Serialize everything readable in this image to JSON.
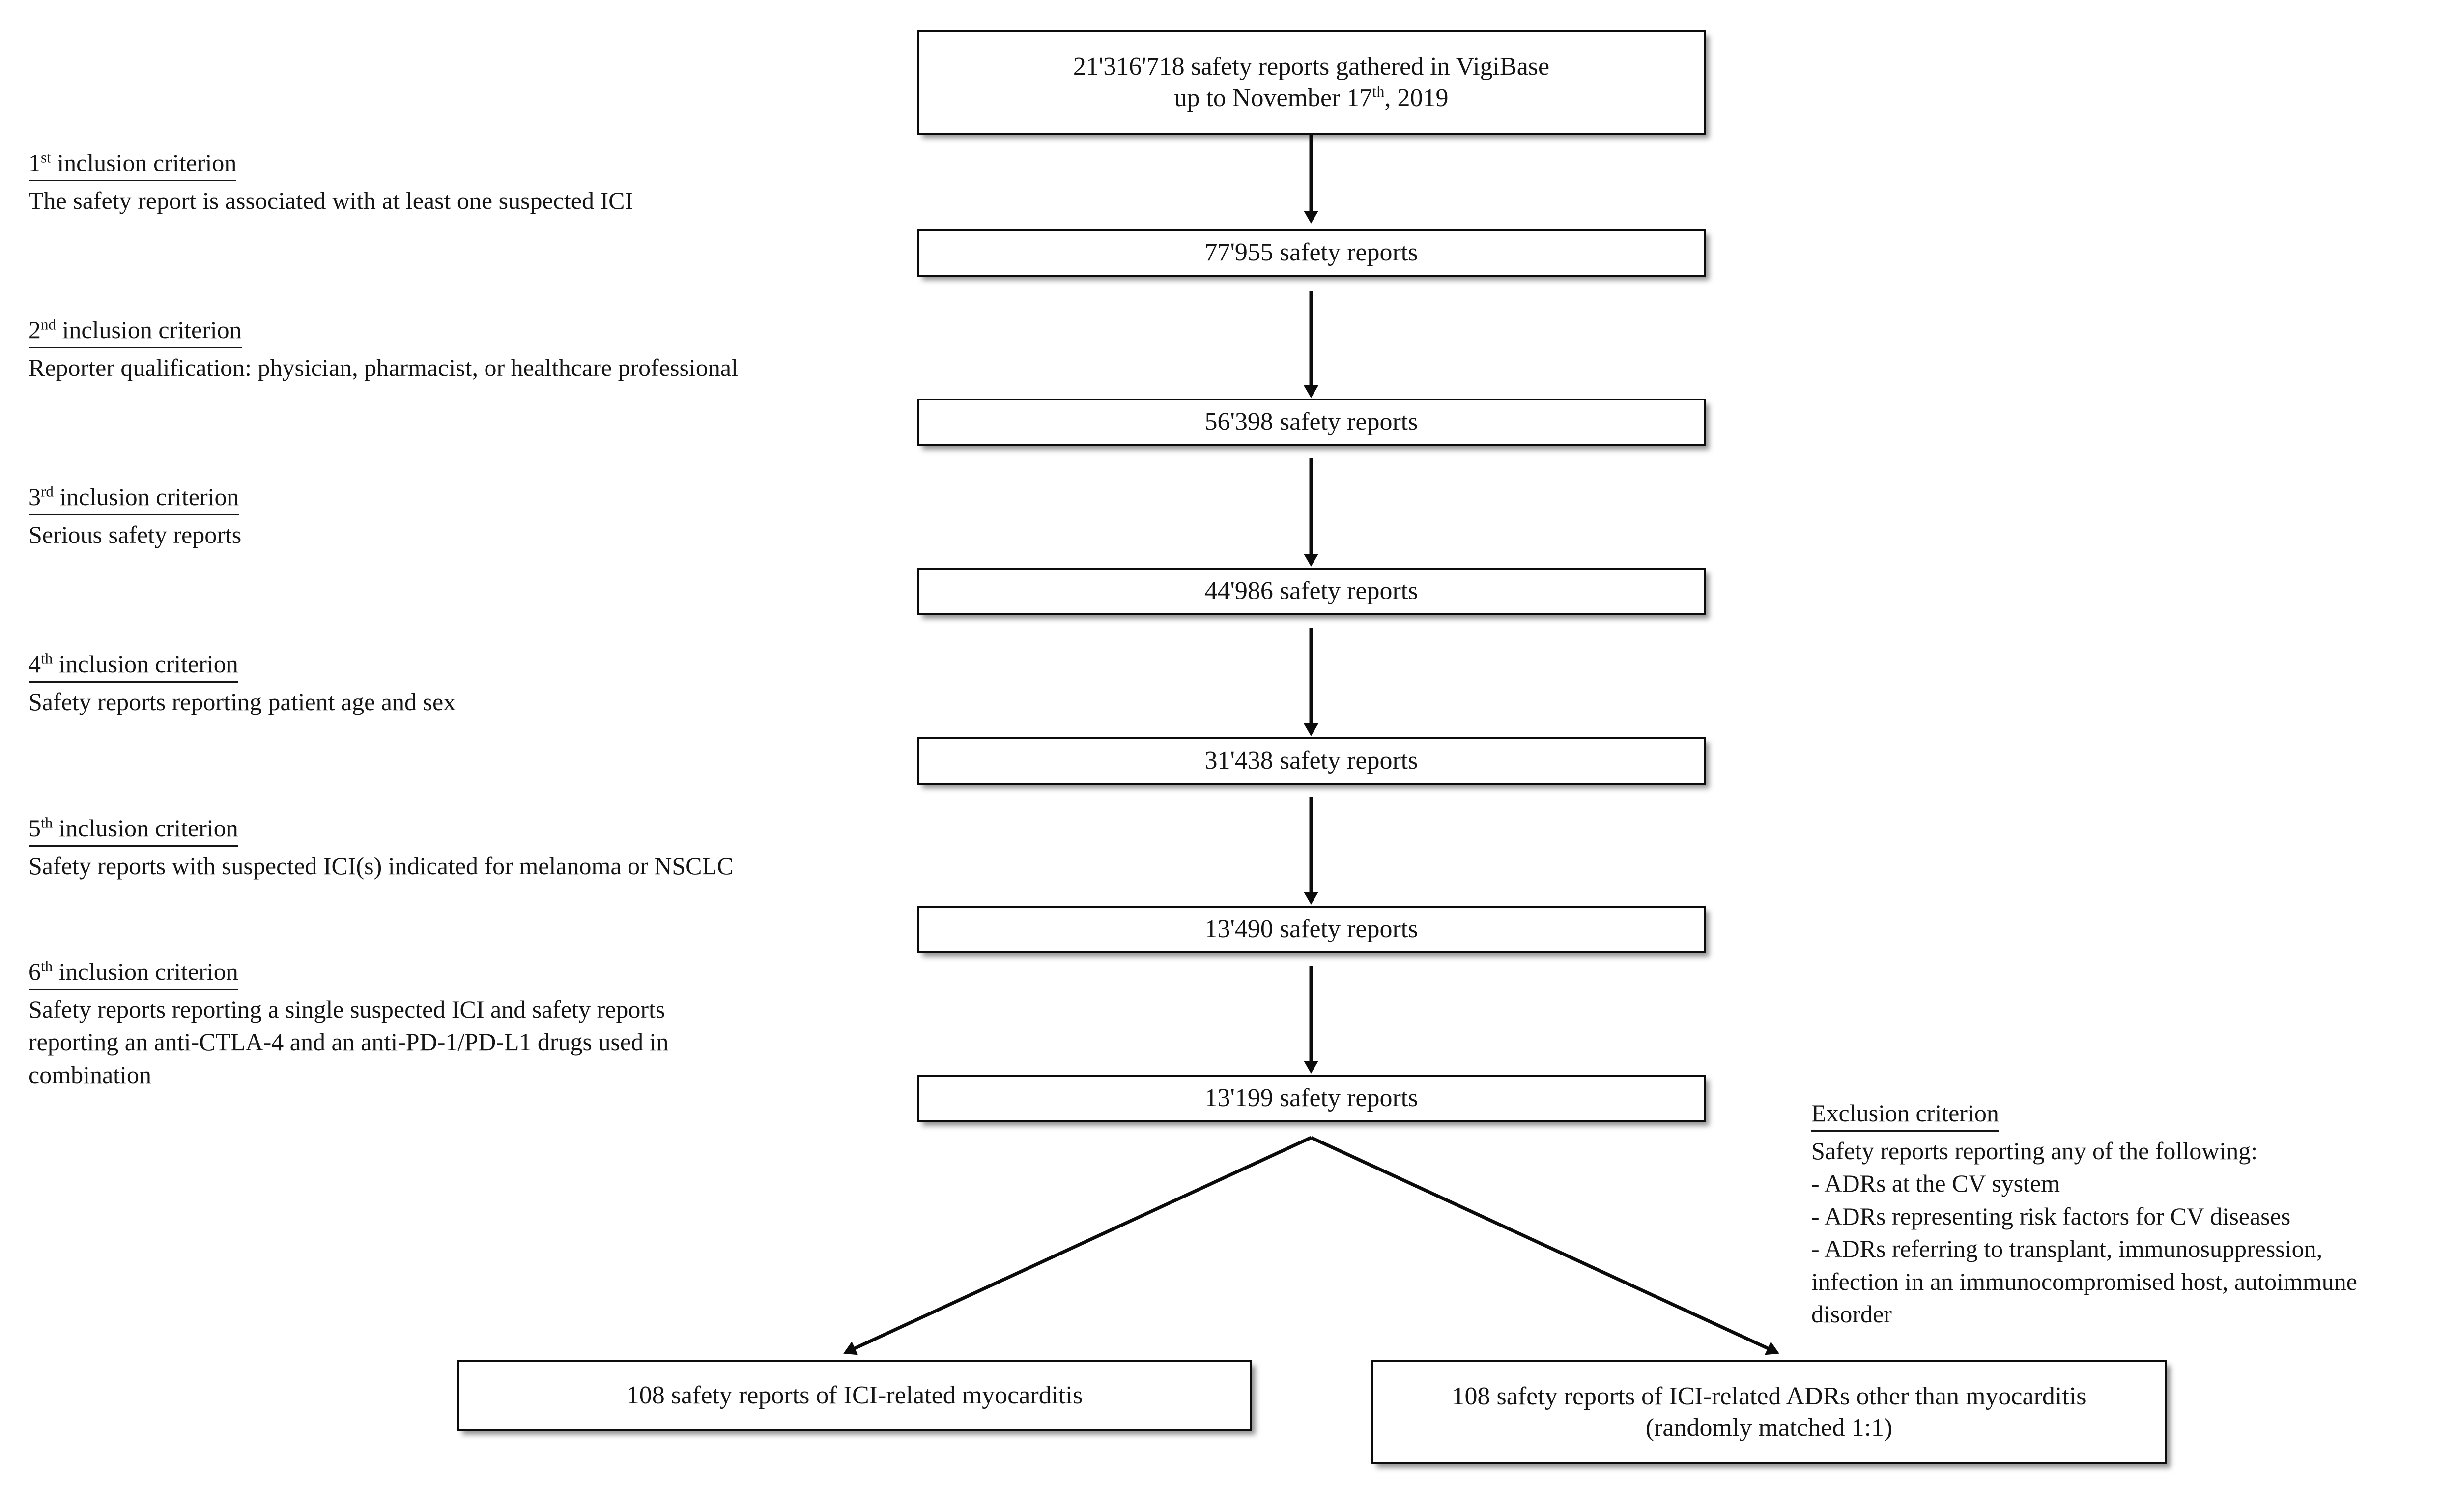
{
  "flow": {
    "boxes": [
      {
        "id": "vigibase-total",
        "line1": "21'316'718 safety reports gathered in VigiBase",
        "line2_pre": "up to November 17",
        "line2_sup": "th",
        "line2_post": ", 2019"
      },
      {
        "id": "step-1",
        "line1": "77'955 safety reports"
      },
      {
        "id": "step-2",
        "line1": "56'398 safety reports"
      },
      {
        "id": "step-3",
        "line1": "44'986 safety reports"
      },
      {
        "id": "step-4",
        "line1": "31'438 safety reports"
      },
      {
        "id": "step-5",
        "line1": "13'490 safety reports"
      },
      {
        "id": "step-6",
        "line1": "13'199 safety reports"
      }
    ],
    "outcomes": [
      {
        "id": "myocarditis",
        "line1": "108 safety reports of ICI-related myocarditis",
        "line2": ""
      },
      {
        "id": "other-adrs",
        "line1": "108 safety reports of ICI-related ADRs other than myocarditis",
        "line2": "(randomly matched 1:1)"
      }
    ]
  },
  "criteria": [
    {
      "ordinal": "1",
      "sup": "st",
      "heading_tail": " inclusion criterion",
      "lines": [
        "The safety report is associated with at least one suspected ICI"
      ]
    },
    {
      "ordinal": "2",
      "sup": "nd",
      "heading_tail": " inclusion criterion",
      "lines": [
        "Reporter qualification: physician, pharmacist, or healthcare professional"
      ]
    },
    {
      "ordinal": "3",
      "sup": "rd",
      "heading_tail": " inclusion criterion",
      "lines": [
        "Serious safety reports"
      ]
    },
    {
      "ordinal": "4",
      "sup": "th",
      "heading_tail": " inclusion criterion",
      "lines": [
        "Safety reports reporting patient age and sex"
      ]
    },
    {
      "ordinal": "5",
      "sup": "th",
      "heading_tail": " inclusion criterion",
      "lines": [
        "Safety reports with suspected ICI(s) indicated for melanoma or NSCLC"
      ]
    },
    {
      "ordinal": "6",
      "sup": "th",
      "heading_tail": " inclusion criterion",
      "lines": [
        "Safety reports reporting a single suspected ICI and safety reports",
        "reporting an anti-CTLA-4 and an anti-PD-1/PD-L1 drugs used in",
        "combination"
      ]
    }
  ],
  "exclusion": {
    "heading": "Exclusion criterion",
    "lines": [
      "Safety reports reporting any of the following:",
      "- ADRs at the CV system",
      "- ADRs representing risk factors for CV diseases",
      "- ADRs referring to transplant, immunosuppression,",
      "infection in an immunocompromised host, autoimmune",
      "disorder"
    ]
  },
  "colors": {
    "ink": "#151515",
    "box_border": "#0b0b0b",
    "background": "#ffffff"
  }
}
